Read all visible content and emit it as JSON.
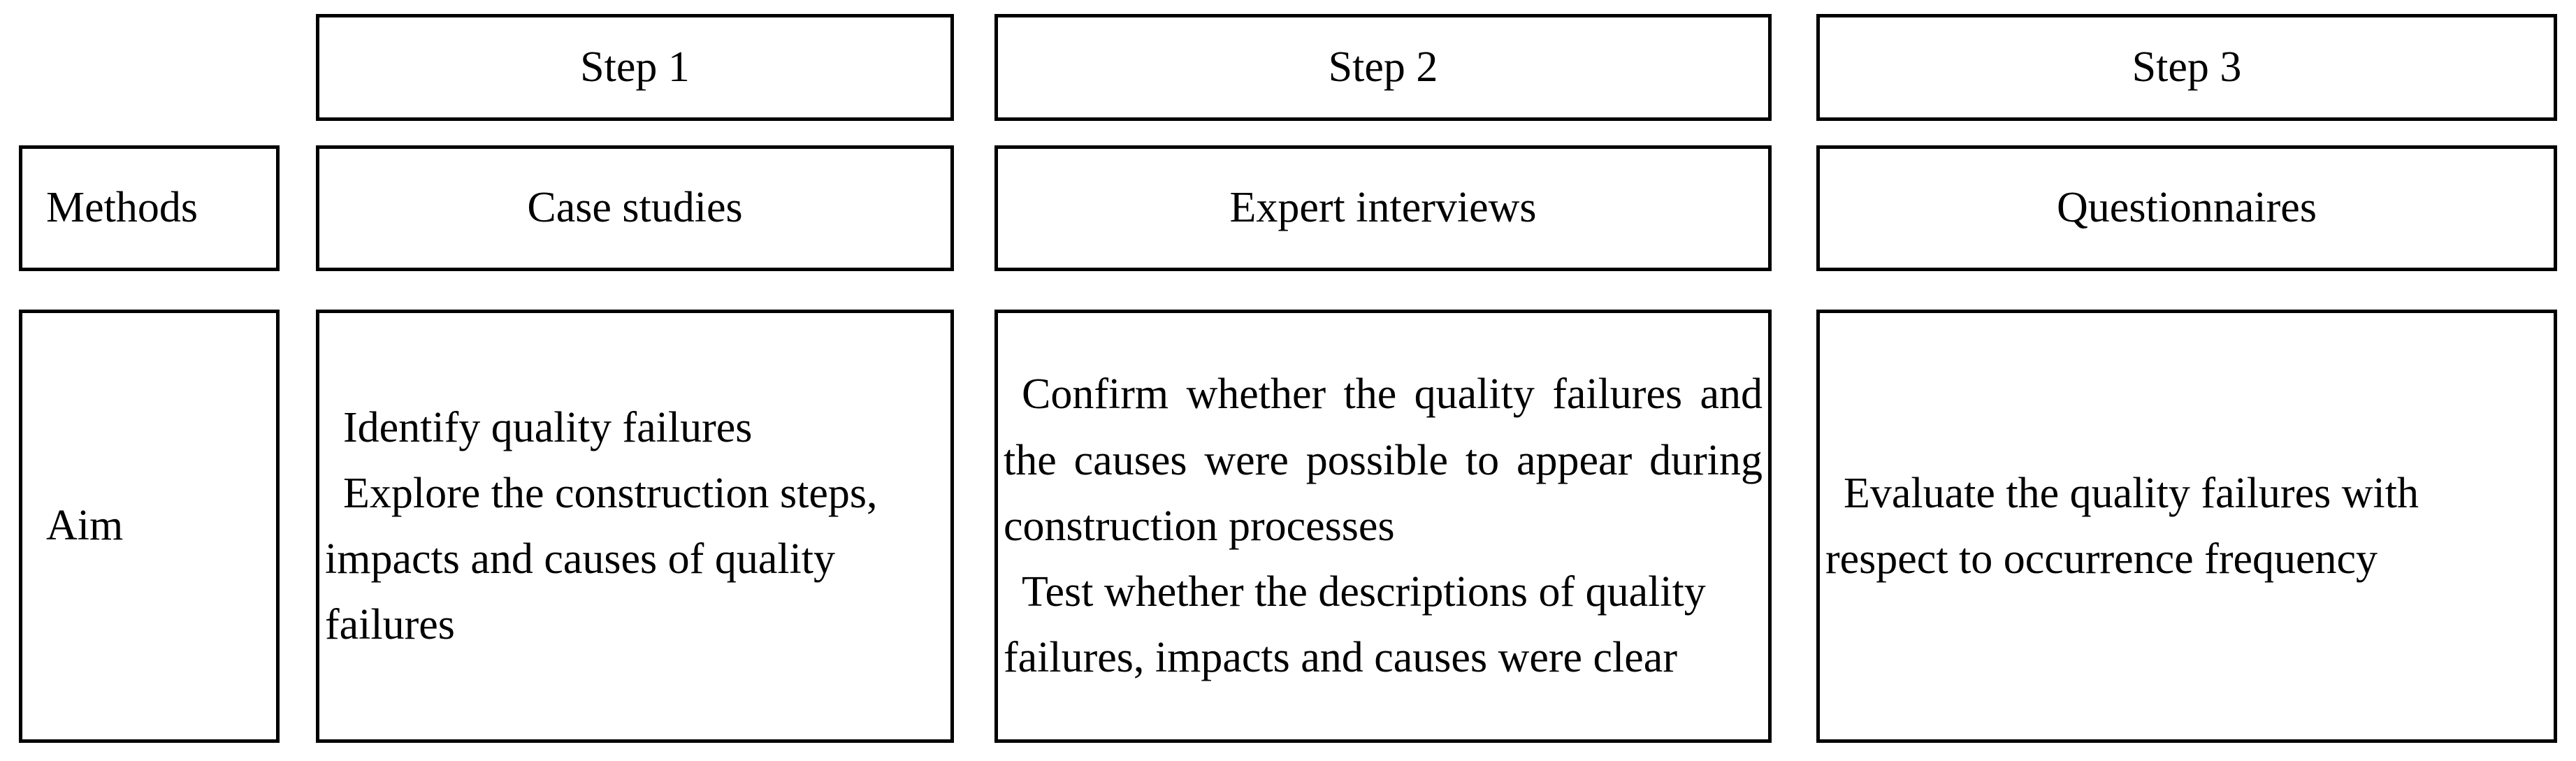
{
  "figure": {
    "type": "research-method-table",
    "row_labels": {
      "methods": "Methods",
      "aim": "Aim"
    },
    "columns": [
      {
        "id": "step-1",
        "header": "Step 1",
        "method": "Case studies",
        "aim_paragraphs": [
          "Identify quality failures",
          "Explore the construction steps, impacts and causes of quality failures"
        ],
        "aim_align": "left"
      },
      {
        "id": "step-2",
        "header": "Step 2",
        "method": "Expert interviews",
        "aim_paragraphs": [
          "Confirm whether the quality failures and the causes were possible to appear during construction processes",
          "Test whether the descriptions of quality failures, impacts and causes were clear"
        ],
        "aim_align": "justify"
      },
      {
        "id": "step-3",
        "header": "Step 3",
        "method": "Questionnaires",
        "aim_paragraphs": [
          "Evaluate the quality failures with respect to occurrence frequency"
        ],
        "aim_align": "left"
      }
    ],
    "style": {
      "border_color": "#000000",
      "background_color": "#ffffff",
      "text_color": "#000000"
    }
  }
}
